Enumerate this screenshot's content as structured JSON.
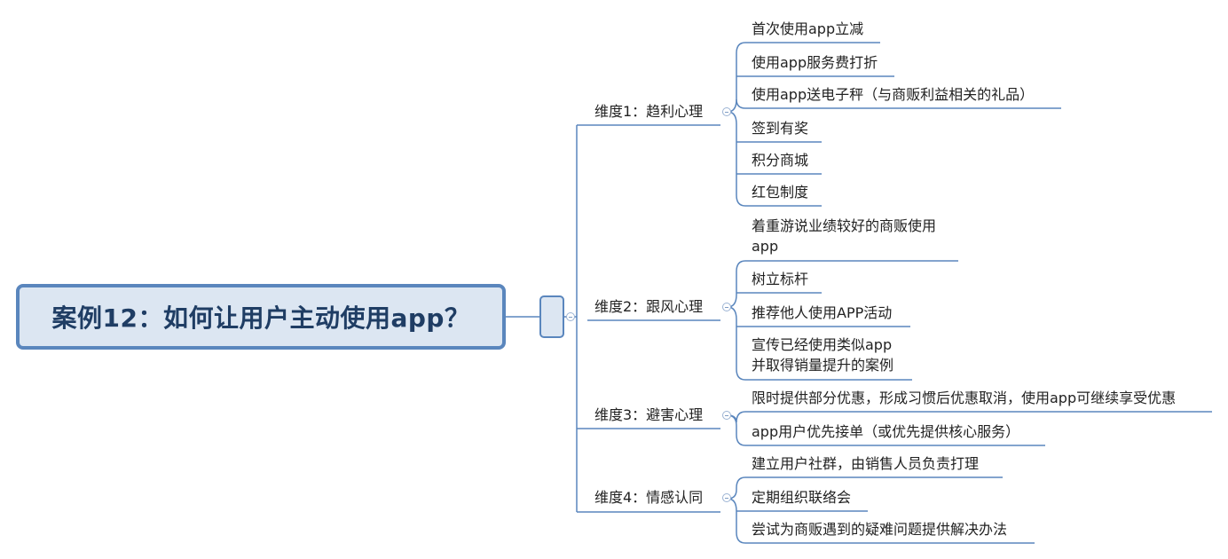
{
  "central_topic": "案例12：如何让用户主动使用app？",
  "colors": {
    "line": "#5a86bd",
    "central_fill": "#dce6f2",
    "central_text": "#1f3d64"
  },
  "topics": [
    {
      "label": "维度1：趋利心理",
      "children": [
        {
          "line1": "首次使用app立减"
        },
        {
          "line1": "使用app服务费打折"
        },
        {
          "line1": "使用app送电子秤（与商贩利益相关的礼品）"
        },
        {
          "line1": "签到有奖"
        },
        {
          "line1": "积分商城"
        },
        {
          "line1": "红包制度"
        }
      ]
    },
    {
      "label": "维度2：跟风心理",
      "children": [
        {
          "line1": "着重游说业绩较好的商贩使用",
          "line2": "app"
        },
        {
          "line1": "树立标杆"
        },
        {
          "line1": "推荐他人使用APP活动"
        },
        {
          "line1": "宣传已经使用类似app",
          "line2": "并取得销量提升的案例"
        }
      ]
    },
    {
      "label": "维度3：避害心理",
      "children": [
        {
          "line1": "限时提供部分优惠，形成习惯后优惠取消，使用app可继续享受优惠"
        },
        {
          "line1": "app用户优先接单（或优先提供核心服务）"
        }
      ]
    },
    {
      "label": "维度4：情感认同",
      "children": [
        {
          "line1": "建立用户社群，由销售人员负责打理"
        },
        {
          "line1": "定期组织联络会"
        },
        {
          "line1": "尝试为商贩遇到的疑难问题提供解决办法"
        }
      ]
    }
  ]
}
